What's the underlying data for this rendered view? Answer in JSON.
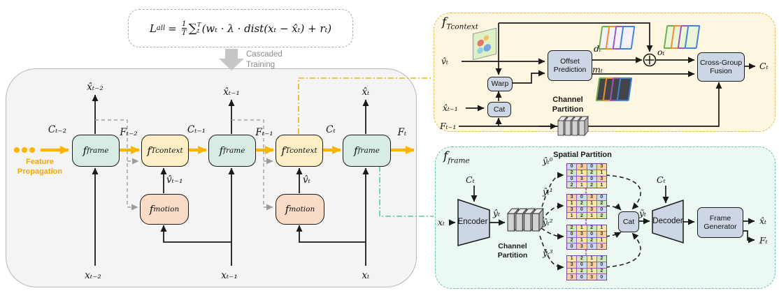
{
  "formula": {
    "L": "L",
    "L_sub": "all",
    "equals": "=",
    "num": "1",
    "den": "T",
    "sum": "∑",
    "sum_sup": "T",
    "sum_sub": "t",
    "body": "(wₜ · λ · dist(xₜ − x̂ₜ) + rₜ)"
  },
  "cascaded_training": "Cascaded\nTraining",
  "feature_propagation": "Feature\nPropagation",
  "pipeline": {
    "c_tm2": "Cₜ₋₂",
    "f_tm2": "Fₜ₋₂",
    "c_tm1": "Cₜ₋₁",
    "f_tm1": "Fₜ₋₁",
    "c_t": "Cₜ",
    "f_t": "Fₜ",
    "xhat_tm2": "x̂ₜ₋₂",
    "xhat_tm1": "x̂ₜ₋₁",
    "xhat_t": "x̂ₜ",
    "x_tm2": "xₜ₋₂",
    "x_tm1": "xₜ₋₁",
    "x_t": "xₜ",
    "vhat_tm1": "v̂ₜ₋₁",
    "vhat_t": "v̂ₜ",
    "blocks": {
      "frame": {
        "base": "f",
        "sub": "frame"
      },
      "tcontext": {
        "base": "f",
        "sub": "Tcontext"
      },
      "motion": {
        "base": "f",
        "sub": "motion"
      }
    }
  },
  "tcontext_panel": {
    "title": {
      "base": "f",
      "sub": "Tcontext"
    },
    "vhat_t": "v̂ₜ",
    "xhat_tm1": "x̂ₜ₋₁",
    "F_tm1": "Fₜ₋₁",
    "warp": "Warp",
    "cat": "Cat",
    "offset_prediction": "Offset\nPrediction",
    "channel_partition": "Channel\nPartition",
    "cross_group_fusion": "Cross-Group\nFusion",
    "d_t": "dₜ",
    "m_t": "mₜ",
    "o_t": "oₜ",
    "C_t_out": "Cₜ",
    "stacks": {
      "border_colors": [
        "#6fae4e",
        "#ee8f2e",
        "#9b59b6",
        "#4285d6"
      ],
      "fills": {
        "d": "#f4f1fb",
        "o": "#ecf5da",
        "m": "#43434a"
      }
    }
  },
  "frame_panel": {
    "title": {
      "base": "f",
      "sub": "frame"
    },
    "x_t": "xₜ",
    "C_t": "Cₜ",
    "yhat_t": "ŷₜ",
    "ytilde_t": "ỹₜ",
    "encoder": "Encoder",
    "decoder": "Decoder",
    "cat": "Cat",
    "frame_generator": "Frame\nGenerator",
    "channel_partition": "Channel\nPartition",
    "spatial_partition": "Spatial Partition",
    "xhat_t_out": "x̂ₜ",
    "F_t_out": "Fₜ",
    "exchange_icon": "↕",
    "grid_value_colors": {
      "0": "#c9d9f0",
      "1": "#f6e8a4",
      "2": "#cde8bd",
      "3": "#f6cfa0"
    },
    "grids": [
      {
        "label": "ŷₜ⁰",
        "rows": [
          [
            0,
            3,
            0,
            3
          ],
          [
            2,
            1,
            2,
            1
          ],
          [
            0,
            3,
            0,
            3
          ],
          [
            2,
            1,
            2,
            1
          ]
        ]
      },
      {
        "label": "ŷₜ¹",
        "rows": [
          [
            3,
            0,
            3,
            0
          ],
          [
            1,
            2,
            1,
            2
          ],
          [
            3,
            0,
            3,
            0
          ],
          [
            1,
            2,
            1,
            2
          ]
        ]
      },
      {
        "label": "ŷₜ²",
        "rows": [
          [
            2,
            1,
            2,
            1
          ],
          [
            0,
            3,
            0,
            3
          ],
          [
            2,
            1,
            2,
            1
          ],
          [
            0,
            3,
            0,
            3
          ]
        ]
      },
      {
        "label": "ŷₜ³",
        "rows": [
          [
            1,
            2,
            1,
            2
          ],
          [
            3,
            0,
            3,
            0
          ],
          [
            1,
            2,
            1,
            2
          ],
          [
            3,
            0,
            3,
            0
          ]
        ]
      }
    ]
  },
  "colors": {
    "accent_yellow": "#ffb300",
    "frame_block": "#d8ece3",
    "tcontext_block": "#fdeec6",
    "motion_block": "#f8dcc8",
    "gray_block": "#ccd6e4",
    "panel_tcontext_border": "#e9b949",
    "panel_frame_border": "#62c6a3",
    "grid_border_purple": "#8e44ad"
  }
}
